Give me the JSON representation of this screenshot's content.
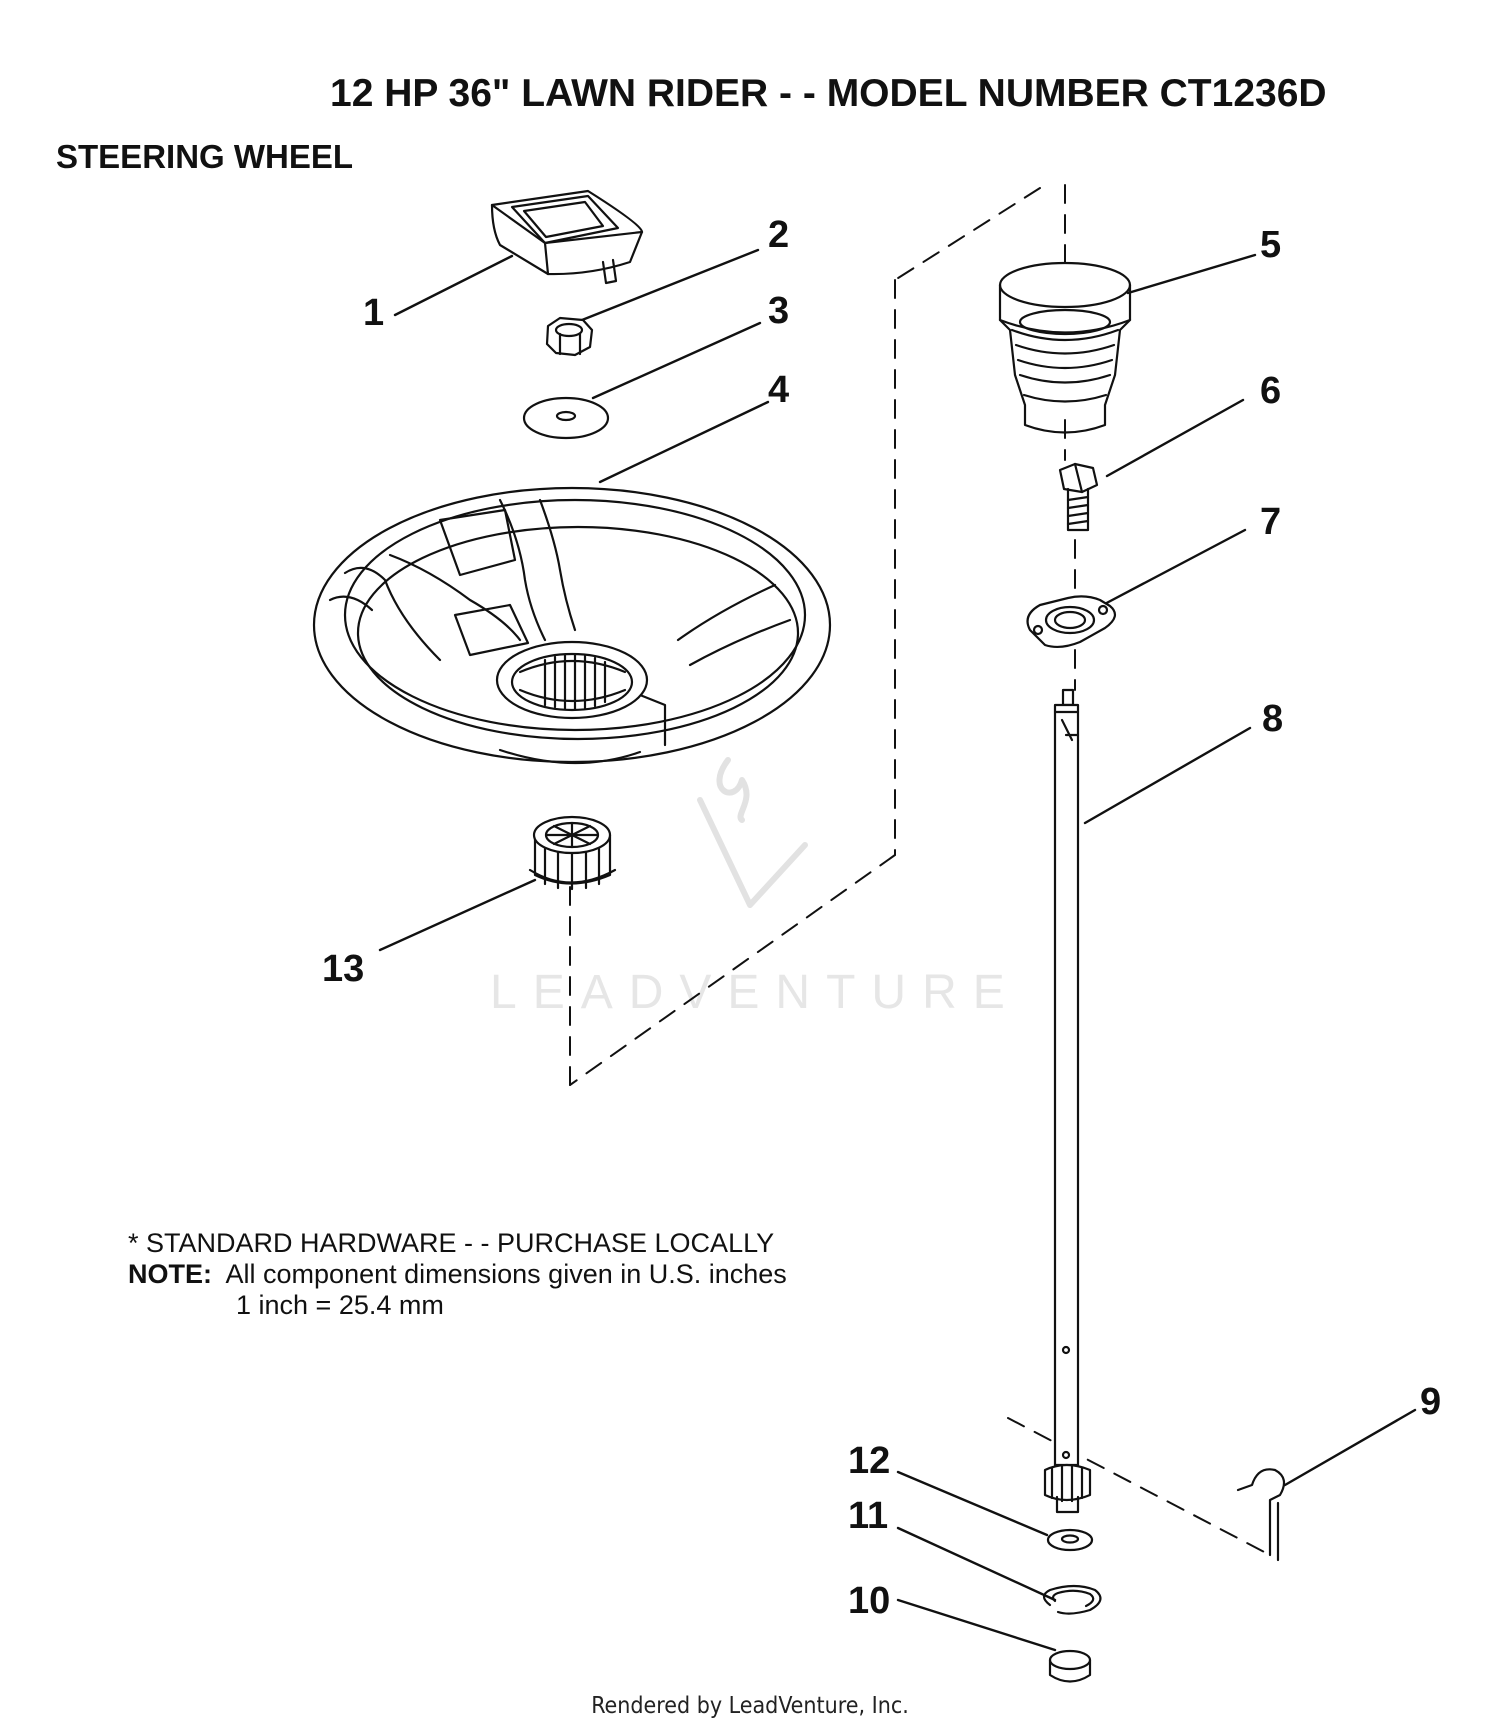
{
  "title": "12 HP 36\" LAWN RIDER - - MODEL NUMBER CT1236D",
  "section": "STEERING WHEEL",
  "callouts": [
    "1",
    "2",
    "3",
    "4",
    "5",
    "6",
    "7",
    "8",
    "9",
    "10",
    "11",
    "12",
    "13"
  ],
  "notes": {
    "standard_hardware": "* STANDARD HARDWARE - - PURCHASE LOCALLY",
    "note_label": "NOTE:",
    "note_text": "All component dimensions given in U.S. inches",
    "conversion": "1 inch = 25.4 mm"
  },
  "watermark": "LEADVENTURE",
  "footer": "Rendered by LeadVenture, Inc."
}
